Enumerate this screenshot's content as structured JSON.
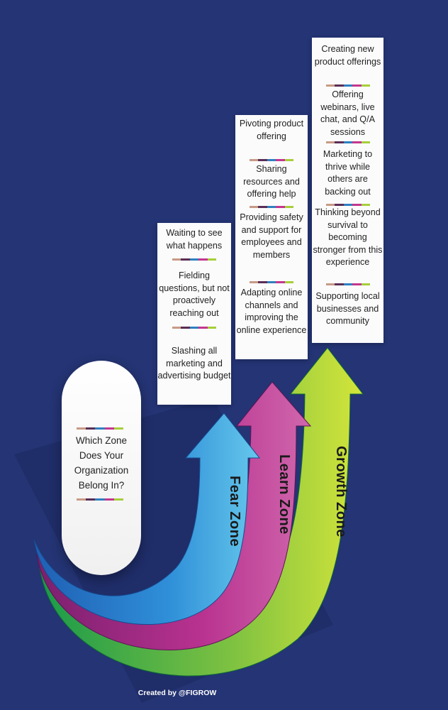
{
  "question": "Which Zone Does Your Organization Belong In?",
  "divider_colors": [
    "#c89a86",
    "#5a2e55",
    "#2f7fc0",
    "#c4368e",
    "#a6cf3a"
  ],
  "zones": [
    {
      "label": "Fear Zone",
      "color": "#2f8fd8",
      "items": [
        "Waiting to see what happens",
        "Fielding questions, but not proactively reaching out",
        "Slashing all marketing and advertising budget"
      ]
    },
    {
      "label": "Learn Zone",
      "color": "#b0308e",
      "items": [
        "Pivoting product offering",
        "Sharing resources and offering help",
        "Providing safety and support for employees and members",
        "Adapting online channels and improving the online experience"
      ]
    },
    {
      "label": "Growth Zone",
      "color": "#8dc63f",
      "items": [
        "Creating new product offerings",
        "Offering webinars, live chat, and Q/A sessions",
        "Marketing to thrive while others are backing out",
        "Thinking beyond survival to becoming stronger from this experience",
        "Supporting local businesses and community"
      ]
    }
  ],
  "credit": "Created by @FIGROW"
}
